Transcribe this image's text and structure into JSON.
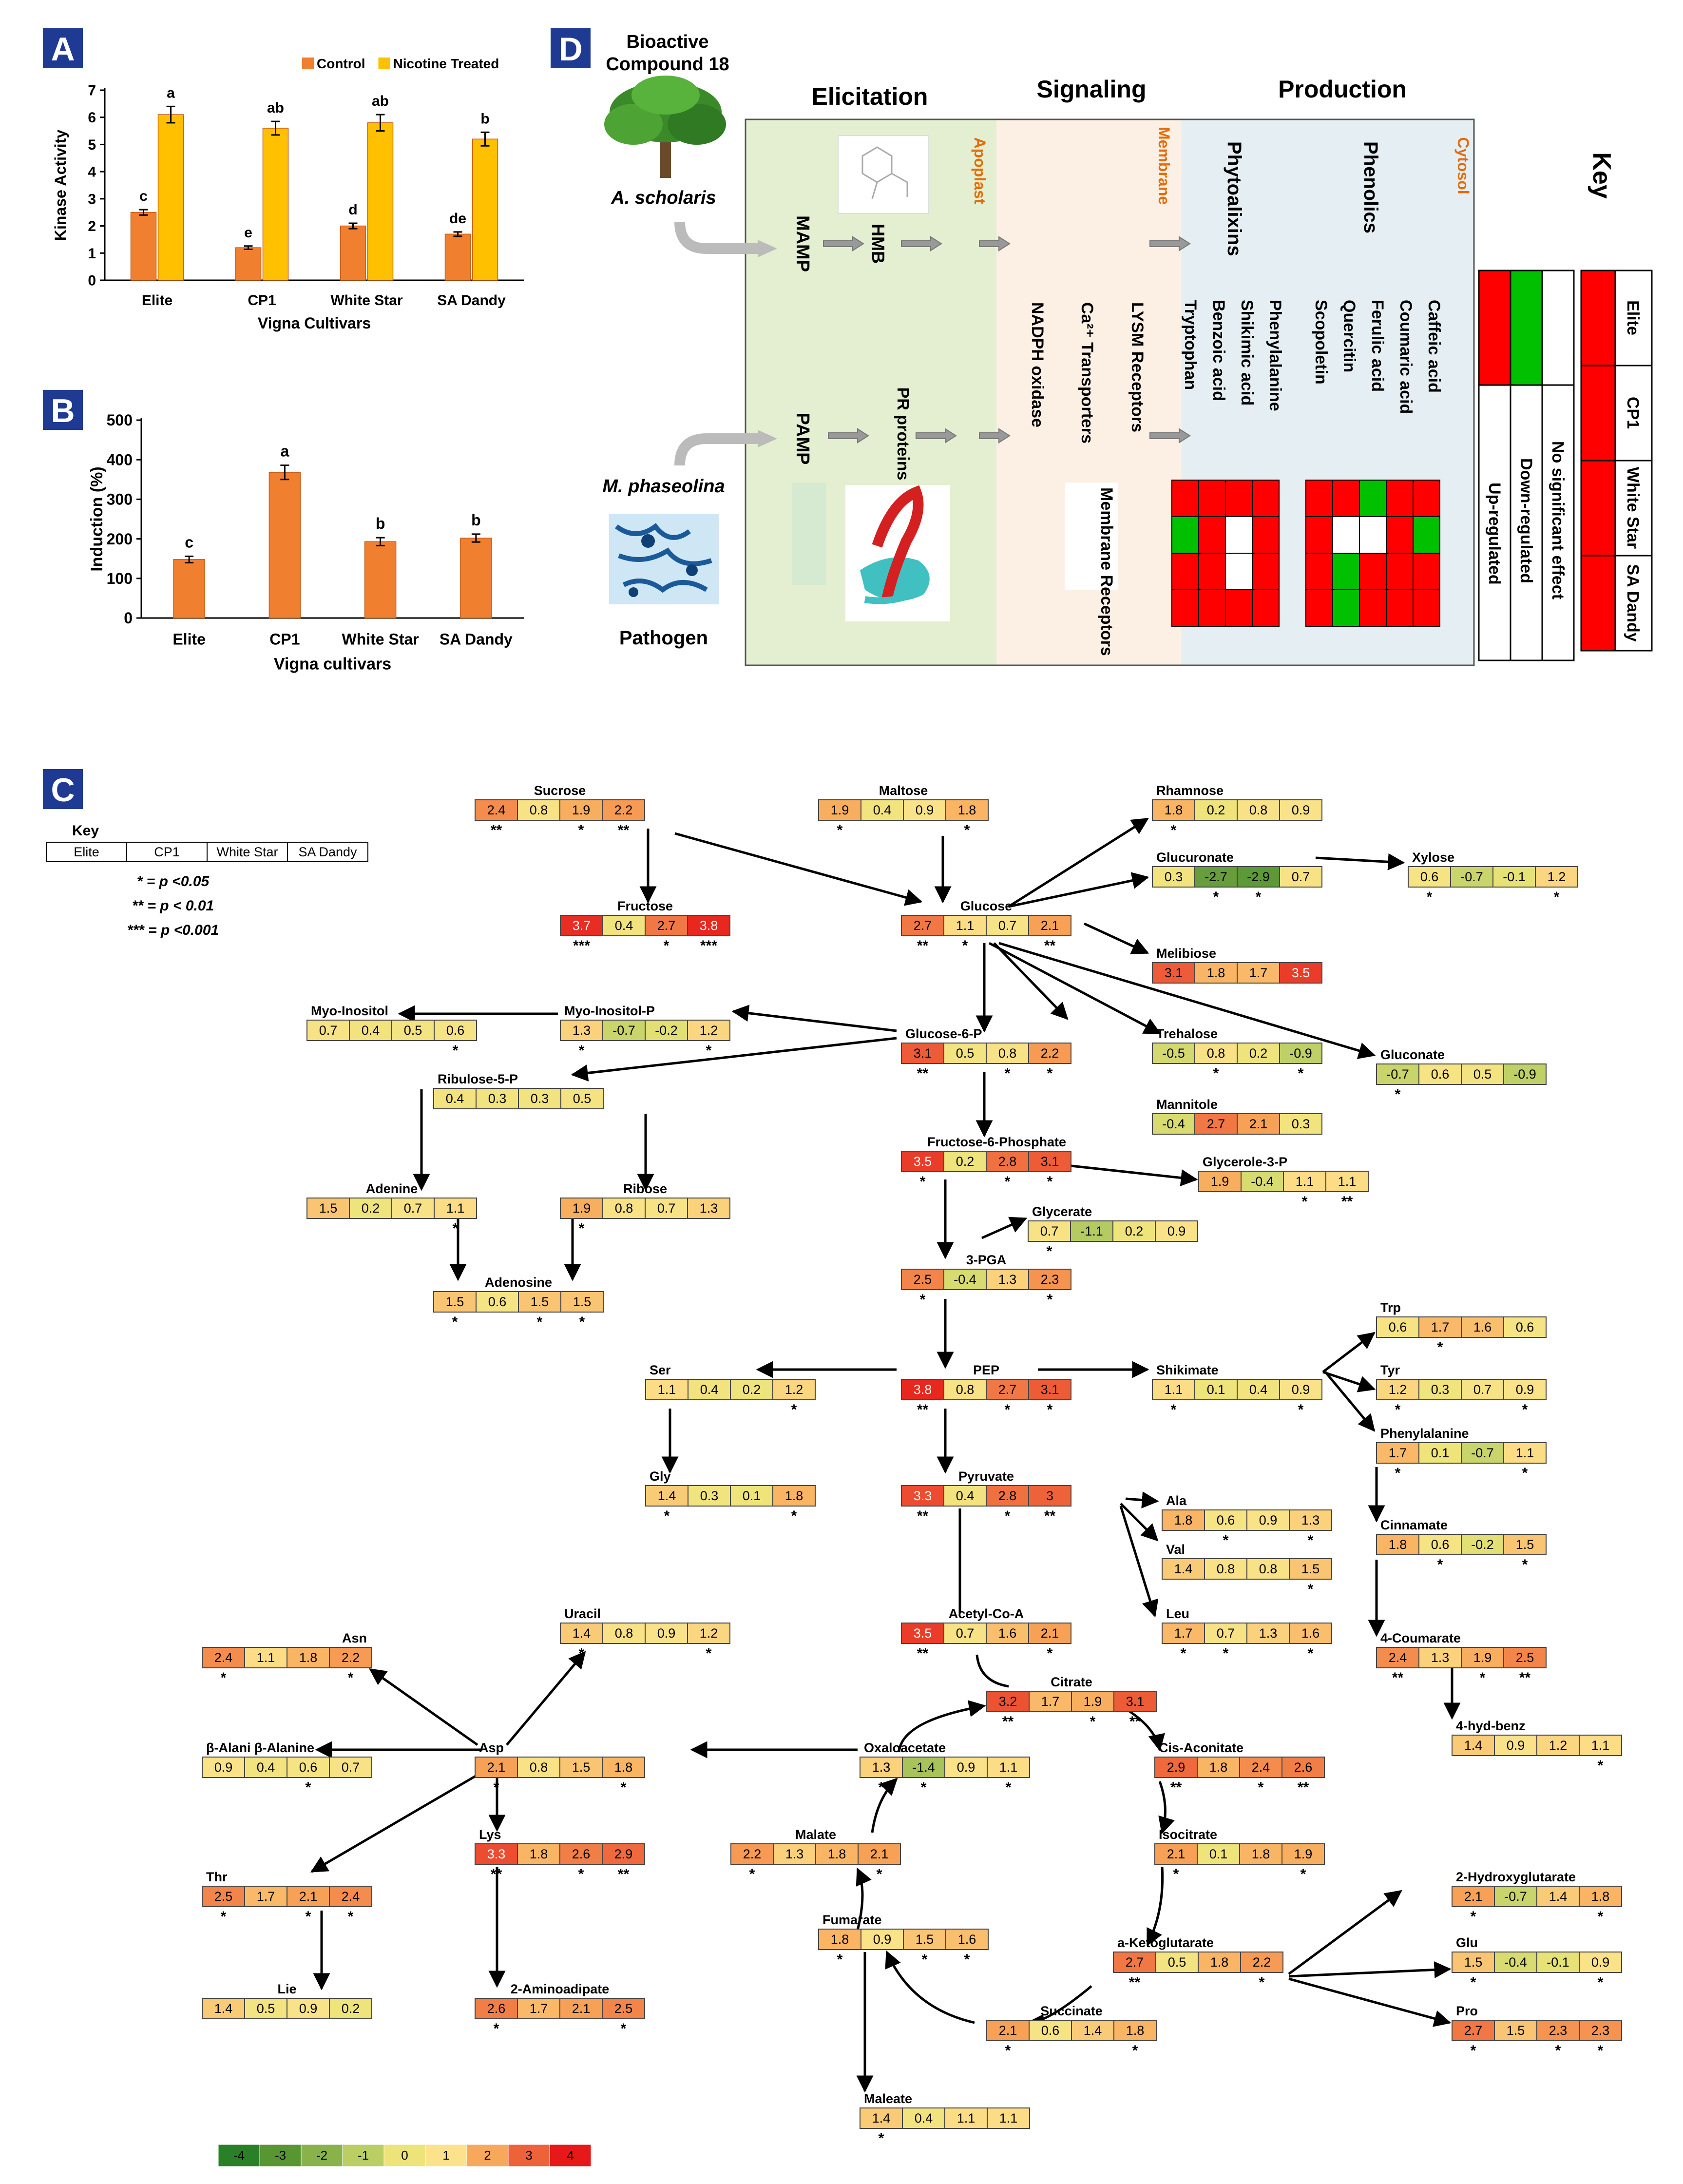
{
  "panels": {
    "A": "A",
    "B": "B",
    "C": "C",
    "D": "D"
  },
  "chart_data": [
    {
      "panel": "A",
      "type": "bar",
      "categories": [
        "Elite",
        "CP1",
        "White Star",
        "SA Dandy"
      ],
      "series": [
        {
          "name": "Control",
          "color": "#F07F2F",
          "values": [
            2.5,
            1.2,
            2.0,
            1.7
          ],
          "errors": [
            0.1,
            0.06,
            0.1,
            0.08
          ],
          "letters": [
            "c",
            "e",
            "d",
            "de"
          ]
        },
        {
          "name": "Nicotine Treated",
          "color": "#FFC000",
          "values": [
            6.1,
            5.6,
            5.8,
            5.2
          ],
          "errors": [
            0.3,
            0.25,
            0.3,
            0.25
          ],
          "letters": [
            "a",
            "ab",
            "ab",
            "b"
          ]
        }
      ],
      "xlabel": "Vigna Cultivars",
      "ylabel": "Kinase Activity",
      "ylim": [
        0,
        7
      ],
      "yticks": [
        "0",
        "1",
        "2",
        "3",
        "4",
        "5",
        "6",
        "7"
      ],
      "legend": "top"
    },
    {
      "panel": "B",
      "type": "bar",
      "categories": [
        "Elite",
        "CP1",
        "White Star",
        "SA Dandy"
      ],
      "series": [
        {
          "color": "#F07F2F",
          "values": [
            148,
            368,
            193,
            202
          ],
          "errors": [
            8,
            18,
            10,
            10
          ],
          "letters": [
            "c",
            "a",
            "b",
            "b"
          ]
        }
      ],
      "xlabel": "Vigna cultivars",
      "ylabel": "Induction (%)",
      "ylim": [
        0,
        500
      ],
      "yticks": [
        "0",
        "100",
        "200",
        "300",
        "400",
        "500"
      ]
    },
    {
      "panel": "C",
      "type": "heatmap",
      "key_title": "Key",
      "key_columns": [
        "Elite",
        "CP1",
        "White Star",
        "SA Dandy"
      ],
      "significance": [
        "* = p <0.05",
        "** = p < 0.01",
        "*** = p <0.001"
      ],
      "scale": [
        "-4",
        "-3",
        "-2",
        "-1",
        "0",
        "1",
        "2",
        "3",
        "4"
      ],
      "metabolites": [
        {
          "name": "Sucrose",
          "values": [
            "2.4",
            "0.8",
            "1.9",
            "2.2"
          ],
          "sig": [
            "**",
            "",
            "*",
            "**"
          ]
        },
        {
          "name": "Maltose",
          "values": [
            "1.9",
            "0.4",
            "0.9",
            "1.8"
          ],
          "sig": [
            "*",
            "",
            "",
            "*"
          ]
        },
        {
          "name": "Rhamnose",
          "values": [
            "1.8",
            "0.2",
            "0.8",
            "0.9"
          ],
          "sig": [
            "*",
            "",
            "",
            ""
          ]
        },
        {
          "name": "Glucuronate",
          "values": [
            "0.3",
            "-2.7",
            "-2.9",
            "0.7"
          ],
          "sig": [
            "",
            "*",
            "*",
            ""
          ]
        },
        {
          "name": "Xylose",
          "values": [
            "0.6",
            "-0.7",
            "-0.1",
            "1.2"
          ],
          "sig": [
            "*",
            "",
            "",
            "*"
          ]
        },
        {
          "name": "Fructose",
          "values": [
            "3.7",
            "0.4",
            "2.7",
            "3.8"
          ],
          "sig": [
            "***",
            "",
            "*",
            "***"
          ]
        },
        {
          "name": "Glucose",
          "values": [
            "2.7",
            "1.1",
            "0.7",
            "2.1"
          ],
          "sig": [
            "**",
            "*",
            "",
            "**"
          ]
        },
        {
          "name": "Melibiose",
          "values": [
            "3.1",
            "1.8",
            "1.7",
            "3.5"
          ],
          "sig": [
            "",
            "",
            "",
            ""
          ]
        },
        {
          "name": "Myo-Inositol",
          "values": [
            "0.7",
            "0.4",
            "0.5",
            "0.6"
          ],
          "sig": [
            "",
            "",
            "",
            "*"
          ]
        },
        {
          "name": "Myo-Inositol-P",
          "values": [
            "1.3",
            "-0.7",
            "-0.2",
            "1.2"
          ],
          "sig": [
            "*",
            "",
            "",
            "*"
          ]
        },
        {
          "name": "Glucose-6-P",
          "values": [
            "3.1",
            "0.5",
            "0.8",
            "2.2"
          ],
          "sig": [
            "**",
            "",
            "*",
            "*"
          ]
        },
        {
          "name": "Trehalose",
          "values": [
            "-0.5",
            "0.8",
            "0.2",
            "-0.9"
          ],
          "sig": [
            "",
            "*",
            "",
            "*"
          ]
        },
        {
          "name": "Gluconate",
          "values": [
            "-0.7",
            "0.6",
            "0.5",
            "-0.9"
          ],
          "sig": [
            "*",
            "",
            "",
            ""
          ]
        },
        {
          "name": "Ribulose-5-P",
          "values": [
            "0.4",
            "0.3",
            "0.3",
            "0.5"
          ],
          "sig": [
            "",
            "",
            "",
            ""
          ]
        },
        {
          "name": "Mannitole",
          "values": [
            "-0.4",
            "2.7",
            "2.1",
            "0.3"
          ],
          "sig": [
            "",
            "",
            "",
            ""
          ]
        },
        {
          "name": "Fructose-6-Phosphate",
          "values": [
            "3.5",
            "0.2",
            "2.8",
            "3.1"
          ],
          "sig": [
            "*",
            "",
            "*",
            "*"
          ]
        },
        {
          "name": "Glycerole-3-P",
          "values": [
            "1.9",
            "-0.4",
            "1.1",
            "1.1"
          ],
          "sig": [
            "",
            "",
            "*",
            "**"
          ]
        },
        {
          "name": "Adenine",
          "values": [
            "1.5",
            "0.2",
            "0.7",
            "1.1"
          ],
          "sig": [
            "",
            "",
            "",
            "*"
          ]
        },
        {
          "name": "Ribose",
          "values": [
            "1.9",
            "0.8",
            "0.7",
            "1.3"
          ],
          "sig": [
            "*",
            "",
            "",
            ""
          ]
        },
        {
          "name": "Glycerate",
          "values": [
            "0.7",
            "-1.1",
            "0.2",
            "0.9"
          ],
          "sig": [
            "*",
            "",
            "",
            ""
          ]
        },
        {
          "name": "3-PGA",
          "values": [
            "2.5",
            "-0.4",
            "1.3",
            "2.3"
          ],
          "sig": [
            "*",
            "",
            "",
            "*"
          ]
        },
        {
          "name": "Adenosine",
          "values": [
            "1.5",
            "0.6",
            "1.5",
            "1.5"
          ],
          "sig": [
            "*",
            "",
            "*",
            "*"
          ]
        },
        {
          "name": "Trp",
          "values": [
            "0.6",
            "1.7",
            "1.6",
            "0.6"
          ],
          "sig": [
            "",
            "*",
            "",
            ""
          ]
        },
        {
          "name": "Ser",
          "values": [
            "1.1",
            "0.4",
            "0.2",
            "1.2"
          ],
          "sig": [
            "",
            "",
            "",
            "*"
          ]
        },
        {
          "name": "PEP",
          "values": [
            "3.8",
            "0.8",
            "2.7",
            "3.1"
          ],
          "sig": [
            "**",
            "",
            "*",
            "*"
          ]
        },
        {
          "name": "Shikimate",
          "values": [
            "1.1",
            "0.1",
            "0.4",
            "0.9"
          ],
          "sig": [
            "*",
            "",
            "",
            "*"
          ]
        },
        {
          "name": "Tyr",
          "values": [
            "1.2",
            "0.3",
            "0.7",
            "0.9"
          ],
          "sig": [
            "*",
            "",
            "",
            "*"
          ]
        },
        {
          "name": "Phenylalanine",
          "values": [
            "1.7",
            "0.1",
            "-0.7",
            "1.1"
          ],
          "sig": [
            "*",
            "",
            "",
            "*"
          ]
        },
        {
          "name": "Gly",
          "values": [
            "1.4",
            "0.3",
            "0.1",
            "1.8"
          ],
          "sig": [
            "*",
            "",
            "",
            "*"
          ]
        },
        {
          "name": "Pyruvate",
          "values": [
            "3.3",
            "0.4",
            "2.8",
            "3"
          ],
          "sig": [
            "**",
            "",
            "*",
            "**"
          ]
        },
        {
          "name": "Ala",
          "values": [
            "1.8",
            "0.6",
            "0.9",
            "1.3"
          ],
          "sig": [
            "",
            "*",
            "",
            "*"
          ]
        },
        {
          "name": "Cinnamate",
          "values": [
            "1.8",
            "0.6",
            "-0.2",
            "1.5"
          ],
          "sig": [
            "",
            "*",
            "",
            "*"
          ]
        },
        {
          "name": "Val",
          "values": [
            "1.4",
            "0.8",
            "0.8",
            "1.5"
          ],
          "sig": [
            "",
            "",
            "",
            "*"
          ]
        },
        {
          "name": "Uracil",
          "values": [
            "1.4",
            "0.8",
            "0.9",
            "1.2"
          ],
          "sig": [
            "*",
            "",
            "",
            "*"
          ]
        },
        {
          "name": "Asn",
          "values": [
            "2.4",
            "1.1",
            "1.8",
            "2.2"
          ],
          "sig": [
            "*",
            "",
            "",
            "*"
          ]
        },
        {
          "name": "Acetyl-Co-A",
          "values": [
            "3.5",
            "0.7",
            "1.6",
            "2.1"
          ],
          "sig": [
            "**",
            "",
            "",
            "*"
          ]
        },
        {
          "name": "Leu",
          "values": [
            "1.7",
            "0.7",
            "1.3",
            "1.6"
          ],
          "sig": [
            "*",
            "*",
            "",
            "*"
          ]
        },
        {
          "name": "4-Coumarate",
          "values": [
            "2.4",
            "1.3",
            "1.9",
            "2.5"
          ],
          "sig": [
            "**",
            "",
            "*",
            "**"
          ]
        },
        {
          "name": "Citrate",
          "values": [
            "3.2",
            "1.7",
            "1.9",
            "3.1"
          ],
          "sig": [
            "**",
            "",
            "*",
            "**"
          ]
        },
        {
          "name": "4-hyd-benz",
          "values": [
            "1.4",
            "0.9",
            "1.2",
            "1.1"
          ],
          "sig": [
            "",
            "",
            "",
            "*"
          ]
        },
        {
          "name": "β-Alanine",
          "label_shown": "β-Alani β-Alanine",
          "values": [
            "0.9",
            "0.4",
            "0.6",
            "0.7"
          ],
          "sig": [
            "",
            "",
            "*",
            ""
          ]
        },
        {
          "name": "Asp",
          "values": [
            "2.1",
            "0.8",
            "1.5",
            "1.8"
          ],
          "sig": [
            "*",
            "",
            "",
            "*"
          ]
        },
        {
          "name": "Oxaloacetate",
          "values": [
            "1.3",
            "-1.4",
            "0.9",
            "1.1"
          ],
          "sig": [
            "*",
            "*",
            "",
            "*"
          ]
        },
        {
          "name": "Cis-Aconitate",
          "values": [
            "2.9",
            "1.8",
            "2.4",
            "2.6"
          ],
          "sig": [
            "**",
            "",
            "*",
            "**"
          ]
        },
        {
          "name": "Malate",
          "values": [
            "2.2",
            "1.3",
            "1.8",
            "2.1"
          ],
          "sig": [
            "*",
            "",
            "",
            "*"
          ]
        },
        {
          "name": "Isocitrate",
          "values": [
            "2.1",
            "0.1",
            "1.8",
            "1.9"
          ],
          "sig": [
            "*",
            "",
            "",
            "*"
          ]
        },
        {
          "name": "Lys",
          "values": [
            "3.3",
            "1.8",
            "2.6",
            "2.9"
          ],
          "sig": [
            "**",
            "",
            "*",
            "**"
          ]
        },
        {
          "name": "Thr",
          "values": [
            "2.5",
            "1.7",
            "2.1",
            "2.4"
          ],
          "sig": [
            "*",
            "",
            "*",
            "*"
          ]
        },
        {
          "name": "2-Hydroxyglutarate",
          "values": [
            "2.1",
            "-0.7",
            "1.4",
            "1.8"
          ],
          "sig": [
            "*",
            "",
            "",
            "*"
          ]
        },
        {
          "name": "Fumarate",
          "values": [
            "1.8",
            "0.9",
            "1.5",
            "1.6"
          ],
          "sig": [
            "*",
            "",
            "*",
            "*"
          ]
        },
        {
          "name": "a-Ketoglutarate",
          "values": [
            "2.7",
            "0.5",
            "1.8",
            "2.2"
          ],
          "sig": [
            "**",
            "",
            "",
            "*"
          ]
        },
        {
          "name": "Glu",
          "values": [
            "1.5",
            "-0.4",
            "-0.1",
            "0.9"
          ],
          "sig": [
            "*",
            "",
            "",
            "*"
          ]
        },
        {
          "name": "Lie",
          "values": [
            "1.4",
            "0.5",
            "0.9",
            "0.2"
          ],
          "sig": [
            "",
            "",
            "",
            ""
          ]
        },
        {
          "name": "2-Aminoadipate",
          "values": [
            "2.6",
            "1.7",
            "2.1",
            "2.5"
          ],
          "sig": [
            "*",
            "",
            "",
            "*"
          ]
        },
        {
          "name": "Succinate",
          "values": [
            "2.1",
            "0.6",
            "1.4",
            "1.8"
          ],
          "sig": [
            "*",
            "",
            "",
            "*"
          ]
        },
        {
          "name": "Pro",
          "values": [
            "2.7",
            "1.5",
            "2.3",
            "2.3"
          ],
          "sig": [
            "*",
            "",
            "*",
            "*"
          ]
        },
        {
          "name": "Maleate",
          "values": [
            "1.4",
            "0.4",
            "1.1",
            "1.1"
          ],
          "sig": [
            "*",
            "",
            "",
            ""
          ]
        }
      ]
    }
  ],
  "panelD": {
    "compound": "Bioactive Compound 18",
    "plant": "A. scholaris",
    "pathogen_species": "M. phaseolina",
    "pathogen": "Pathogen",
    "stages": [
      "Elicitation",
      "Signaling",
      "Production"
    ],
    "compartments": [
      "Apoplast",
      "Membrane",
      "Cytosol"
    ],
    "mamp": "MAMP",
    "hmb": "HMB",
    "pamp": "PAMP",
    "pr": "PR proteins",
    "signaling": [
      "NADPH oxidase",
      "Ca²⁺ Transporters",
      "LYSM Receptors"
    ],
    "membrane_receptors": "Membrane Receptors",
    "phytoalexins_title": "Phytoalixins",
    "phytoalexins": [
      "Phenylalanine",
      "Shikimic acid",
      "Benzoic acid",
      "Tryptophan"
    ],
    "phenolics_title": "Phenolics",
    "phenolics": [
      "Caffeic acid",
      "Coumaric acid",
      "Ferulic acid",
      "Quercitin",
      "Scopoletin"
    ],
    "phytoalexin_grid": [
      [
        "r",
        "r",
        "r",
        "r"
      ],
      [
        "g",
        "r",
        "w",
        "r"
      ],
      [
        "r",
        "r",
        "w",
        "r"
      ],
      [
        "r",
        "r",
        "r",
        "r"
      ]
    ],
    "phenolic_grid": [
      [
        "r",
        "r",
        "g",
        "r",
        "r"
      ],
      [
        "r",
        "w",
        "w",
        "r",
        "g"
      ],
      [
        "r",
        "g",
        "r",
        "r",
        "r"
      ],
      [
        "r",
        "g",
        "r",
        "r",
        "r"
      ]
    ],
    "key_title": "Key",
    "effect_key": [
      "Up-regulated",
      "Down-regulated",
      "No significant effect"
    ],
    "cultivar_key": [
      "Elite",
      "CP1",
      "White Star",
      "SA Dandy"
    ]
  }
}
